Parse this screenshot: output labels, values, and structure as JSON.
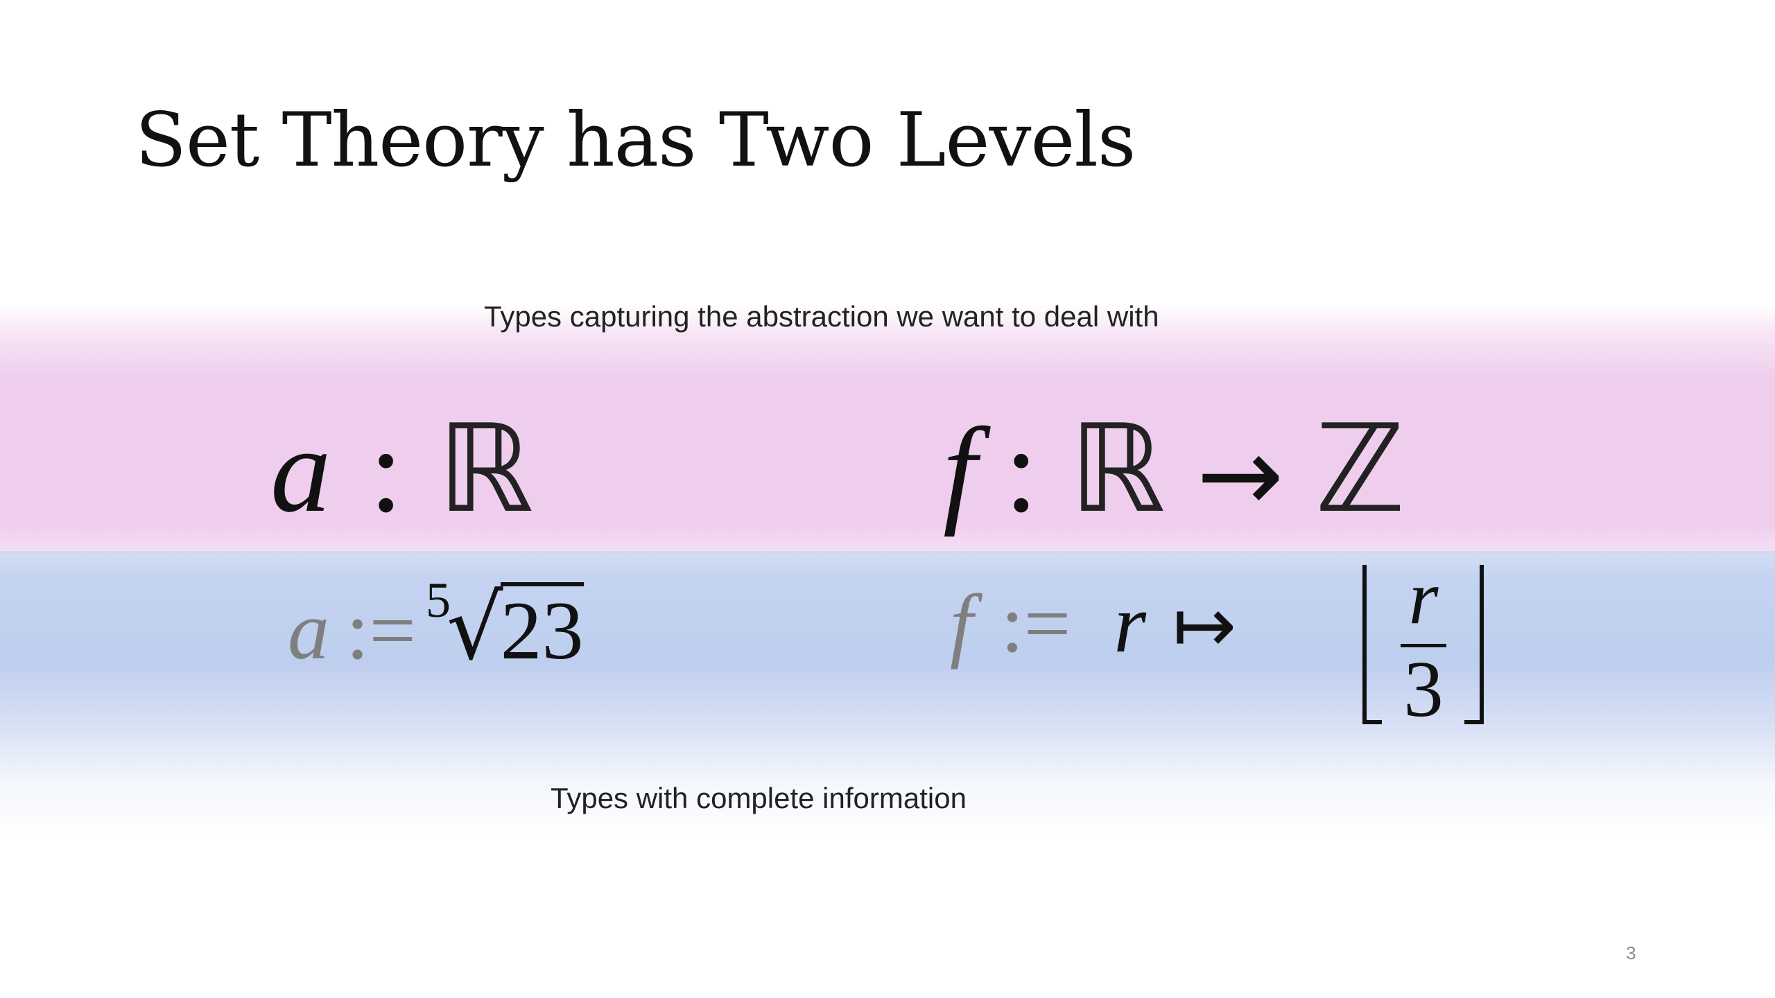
{
  "slide": {
    "title": "Set Theory has Two Levels",
    "caption_top": "Types capturing the abstraction we want to deal with",
    "caption_bottom": "Types with complete information",
    "page_number": "3"
  },
  "types_level": {
    "a_var": "a",
    "a_colon": ":",
    "a_type": "ℝ",
    "f_var": "f",
    "f_colon": ":",
    "f_domain": "ℝ",
    "f_arrow": "→",
    "f_codomain": "ℤ"
  },
  "values_level": {
    "a_var": "a",
    "a_assign": ":=",
    "a_root_index": "5",
    "a_radical": "√",
    "a_radicand": "23",
    "f_var": "f",
    "f_assign": ":=",
    "f_param": "r",
    "f_mapsto": "↦",
    "f_numerator": "r",
    "f_denominator": "3"
  },
  "colors": {
    "pink_band": "#efceed",
    "blue_band": "#becfee",
    "values_gray": "#7f7f7f"
  }
}
